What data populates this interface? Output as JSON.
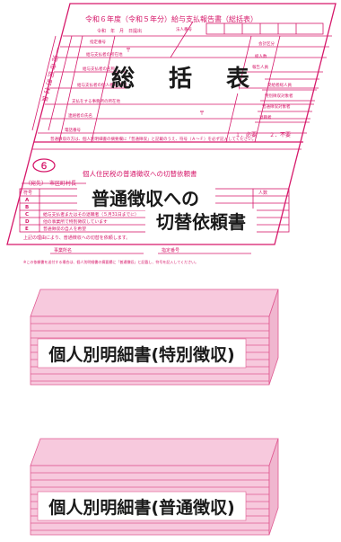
{
  "form": {
    "header": "令和６年度（令和５年分）給与支払報告書（総括表）",
    "date_row": "令和　年　月　日提出",
    "left_vertical": "一 宛 市 区 町 村 長",
    "center_label": "総　括　表",
    "fields": [
      "指定番号",
      "法人番号",
      "給与支払者の所在地",
      "給与支払者の名称",
      "給与支払者の個人番号又は法人番号",
      "支払をする事務所の所在地",
      "連絡者の氏名",
      "電話番号",
      "会計区分",
      "総人数",
      "報告人員",
      "受給者総人員",
      "特別徴収対象者",
      "普通徴収対象者",
      "退職者"
    ],
    "footer": "普通徴収の方は、個人別明細書の摘要欄に「普通徴収」と記載のうえ、符号（Ａ～Ｆ）を必ず記入してください。",
    "marks": [
      "１．必要",
      "２．不要"
    ]
  },
  "switch_form": {
    "number": "６",
    "title": "個人住民税の普通徴収への切替依頼書",
    "city": "（宛先）　市区町村長",
    "overlay_line1": "普通徴収への",
    "overlay_line2": "切替依頼書",
    "rows": [
      {
        "code": "符号",
        "text": "事由"
      },
      {
        "code": "A",
        "text": ""
      },
      {
        "code": "B",
        "text": ""
      },
      {
        "code": "C",
        "text": "給与支払者またはその退職者（５月31日までに）"
      },
      {
        "code": "D",
        "text": "他の事業所で特別徴収しています"
      },
      {
        "code": "E",
        "text": "普通徴収の自人を希望"
      }
    ],
    "count_label": "人数",
    "reason_line": "上記の理由により、普通徴収への切替を依頼します。",
    "sign_left": "事業所名",
    "sign_right": "指定番号",
    "notes": "※この依頼書を送付する場合は、個人別明細書の摘要欄に「普通徴収」と記載し、符号を記入してください。"
  },
  "stack_special": {
    "label": "個人別明細書(特別徴収)"
  },
  "stack_regular": {
    "label": "個人別明細書(普通徴収)"
  },
  "colors": {
    "ink": "#d6186a",
    "stack_fill": "#f7c9dd",
    "stack_line": "#e05a92",
    "panel": "#ffffff"
  }
}
